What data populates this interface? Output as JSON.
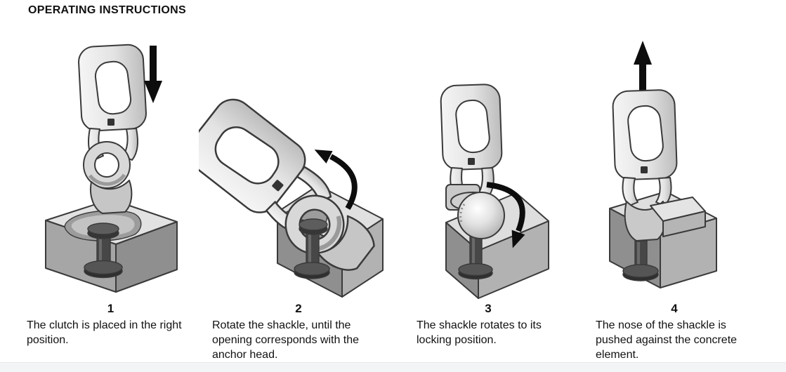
{
  "page": {
    "title": "OPERATING INSTRUCTIONS"
  },
  "steps": [
    {
      "number": "1",
      "caption": "The clutch is placed in the right position.",
      "arrow_icon": "down-arrow-icon"
    },
    {
      "number": "2",
      "caption": "Rotate the shackle, until the opening corresponds with the anchor head.",
      "arrow_icon": "rotate-counterclockwise-arrow-icon"
    },
    {
      "number": "3",
      "caption": "The shackle rotates to its locking position.",
      "arrow_icon": "rotate-clockwise-arrow-icon"
    },
    {
      "number": "4",
      "caption": "The nose of the shackle is pushed against the concrete element.",
      "arrow_icon": "up-arrow-icon"
    }
  ],
  "colors": {
    "background": "#ffffff",
    "text": "#111111",
    "arrow": "#0d0d0d",
    "metal_light": "#ededed",
    "metal_mid": "#c7c7c7",
    "block_top": "#e0e0e0",
    "block_left": "#9b9b9b",
    "block_right": "#b2b2b2",
    "anchor_dark": "#424242",
    "outline": "#3a3a3a",
    "bottom_strip": "#f3f4f6"
  }
}
